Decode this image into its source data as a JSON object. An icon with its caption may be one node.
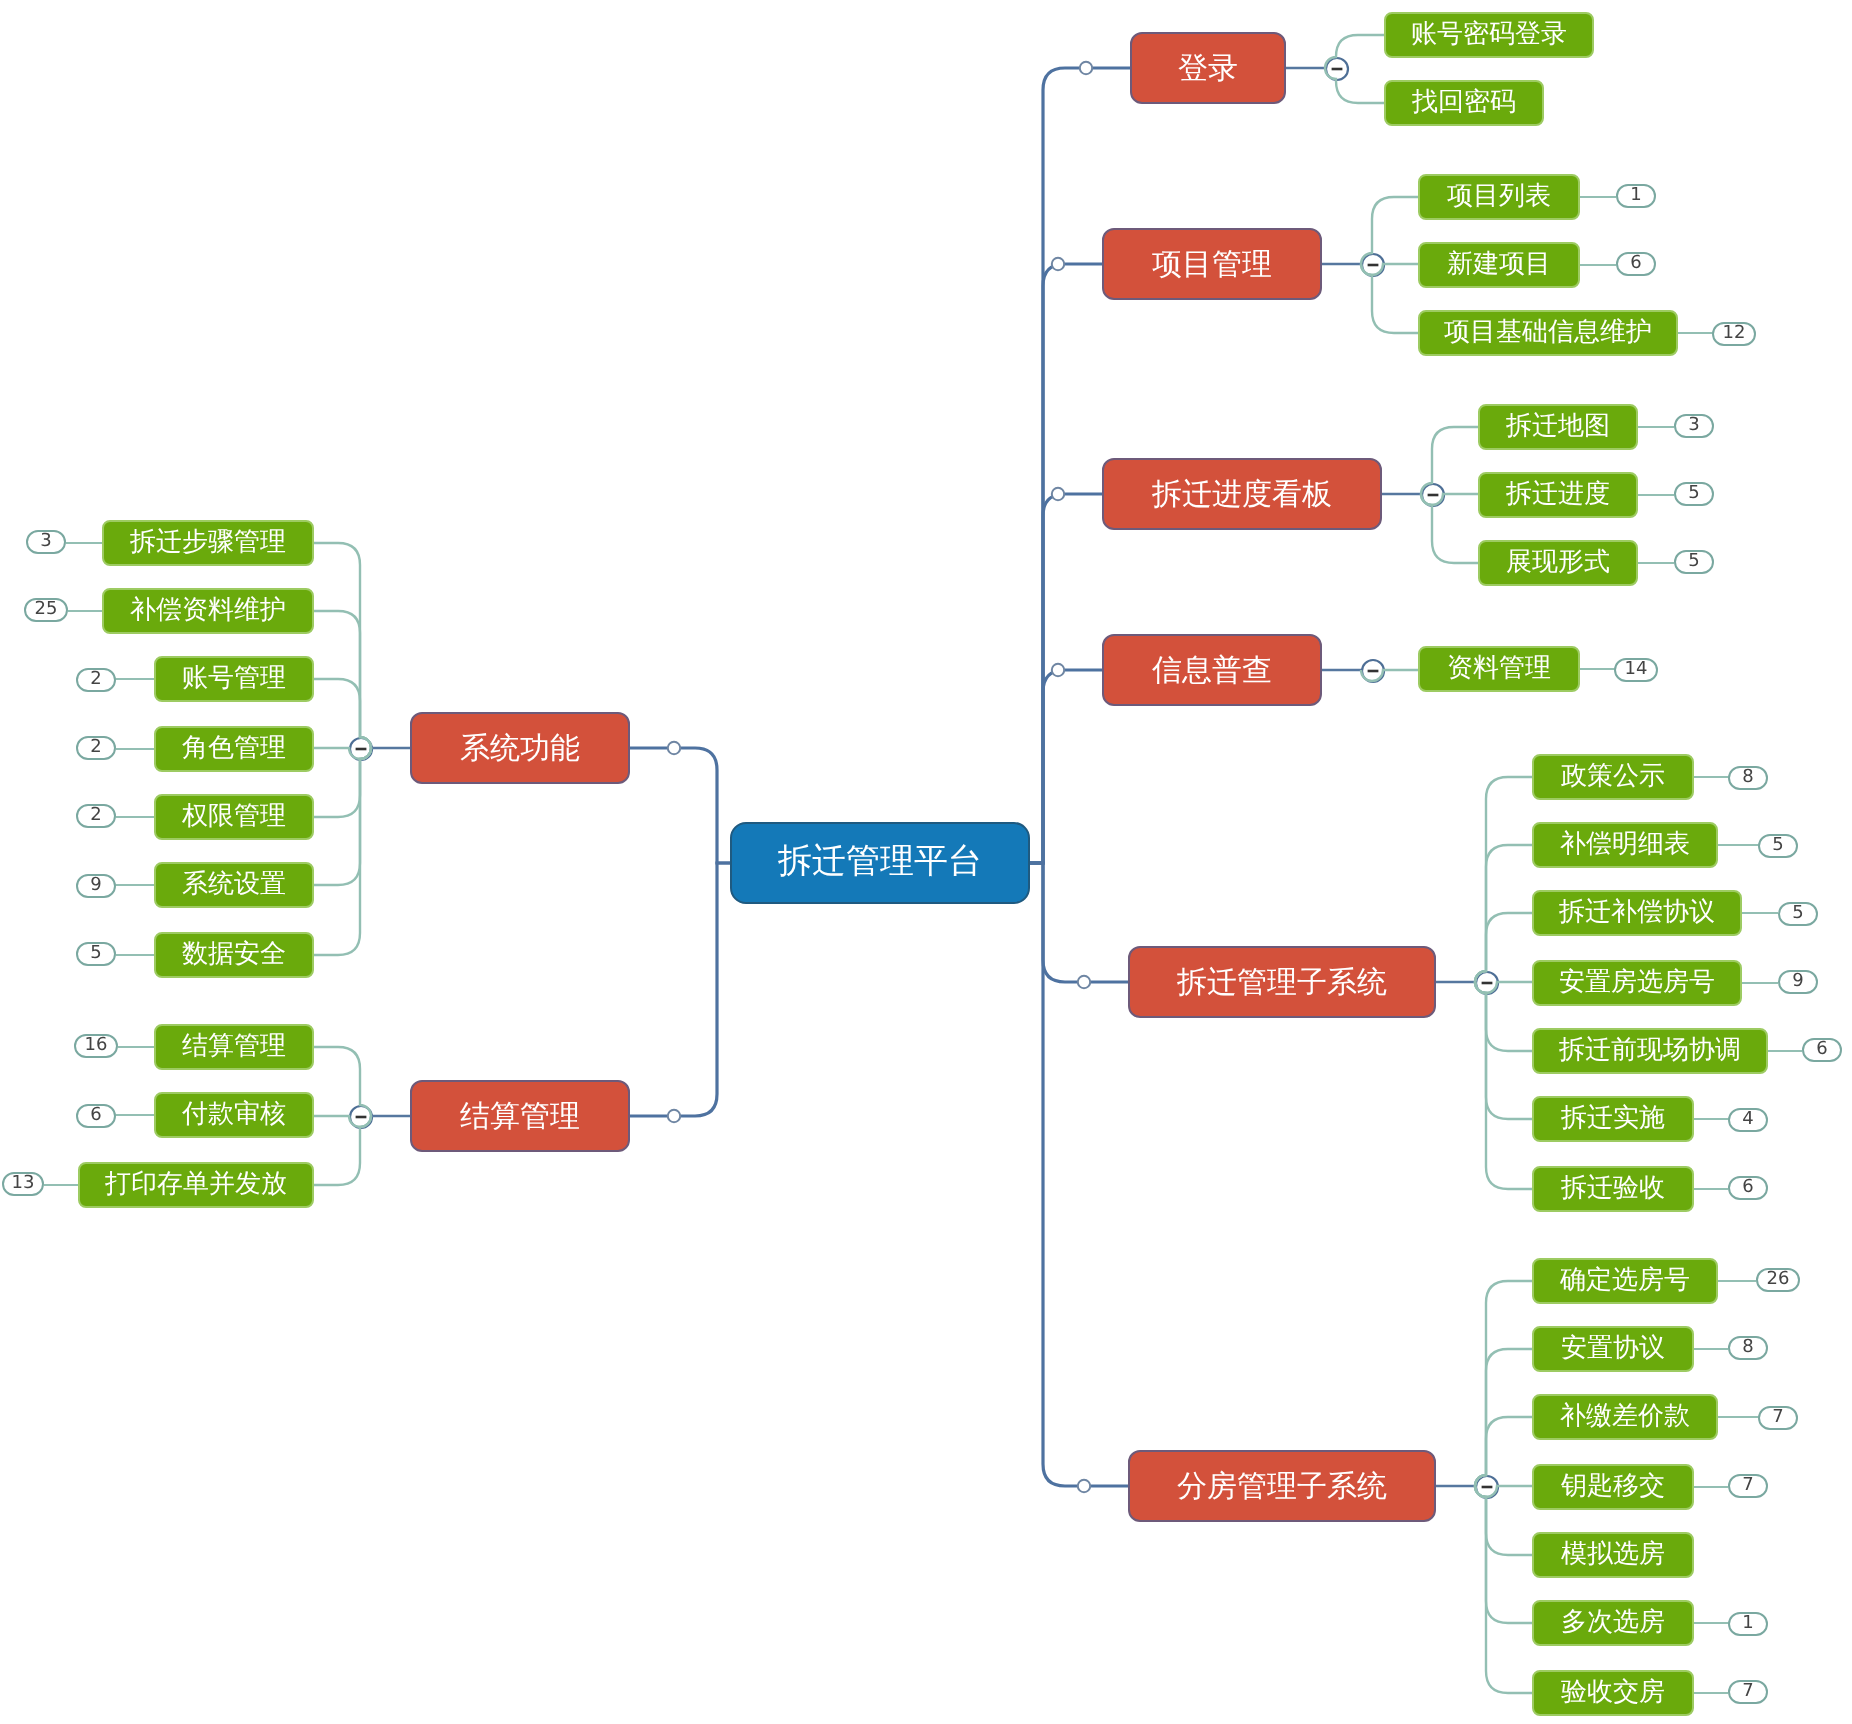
{
  "diagram": {
    "nodes": [
      {
        "text": [
          "拆迁管理平台"
        ]
      },
      {
        "text": [
          "登录"
        ]
      },
      {
        "text": [
          "账号密码登录"
        ]
      },
      {
        "text": [
          "找回密码"
        ]
      },
      {
        "text": [
          "项目管理"
        ]
      },
      {
        "text": [
          "项目列表"
        ]
      },
      {
        "text": [
          "1"
        ]
      },
      {
        "text": [
          "新建项目"
        ]
      },
      {
        "text": [
          "6"
        ]
      },
      {
        "text": [
          "项目基础信息维护"
        ]
      },
      {
        "text": [
          "12"
        ]
      },
      {
        "text": [
          "拆迁进度看板"
        ]
      },
      {
        "text": [
          "拆迁地图"
        ]
      },
      {
        "text": [
          "3"
        ]
      },
      {
        "text": [
          "拆迁进度"
        ]
      },
      {
        "text": [
          "5"
        ]
      },
      {
        "text": [
          "展现形式"
        ]
      },
      {
        "text": [
          "5"
        ]
      },
      {
        "text": [
          "信息普查"
        ]
      },
      {
        "text": [
          "资料管理"
        ]
      },
      {
        "text": [
          "14"
        ]
      },
      {
        "text": [
          "拆迁管理子系统"
        ]
      },
      {
        "text": [
          "政策公示"
        ]
      },
      {
        "text": [
          "8"
        ]
      },
      {
        "text": [
          "补偿明细表"
        ]
      },
      {
        "text": [
          "5"
        ]
      },
      {
        "text": [
          "拆迁补偿协议"
        ]
      },
      {
        "text": [
          "5"
        ]
      },
      {
        "text": [
          "安置房选房号"
        ]
      },
      {
        "text": [
          "9"
        ]
      },
      {
        "text": [
          "拆迁前现场协调"
        ]
      },
      {
        "text": [
          "6"
        ]
      },
      {
        "text": [
          "拆迁实施"
        ]
      },
      {
        "text": [
          "4"
        ]
      },
      {
        "text": [
          "拆迁验收"
        ]
      },
      {
        "text": [
          "6"
        ]
      },
      {
        "text": [
          "分房管理子系统"
        ]
      },
      {
        "text": [
          "确定选房号"
        ]
      },
      {
        "text": [
          "26"
        ]
      },
      {
        "text": [
          "安置协议"
        ]
      },
      {
        "text": [
          "8"
        ]
      },
      {
        "text": [
          "补缴差价款"
        ]
      },
      {
        "text": [
          "7"
        ]
      },
      {
        "text": [
          "钥匙移交"
        ]
      },
      {
        "text": [
          "7"
        ]
      },
      {
        "text": [
          "模拟选房"
        ]
      },
      {
        "text": [
          "多次选房"
        ]
      },
      {
        "text": [
          "1"
        ]
      },
      {
        "text": [
          "验收交房"
        ]
      },
      {
        "text": [
          "7"
        ]
      },
      {
        "text": [
          "系统功能"
        ]
      },
      {
        "text": [
          "拆迁步骤管理"
        ]
      },
      {
        "text": [
          "3"
        ]
      },
      {
        "text": [
          "补偿资料维护"
        ]
      },
      {
        "text": [
          "25"
        ]
      },
      {
        "text": [
          "账号管理"
        ]
      },
      {
        "text": [
          "2"
        ]
      },
      {
        "text": [
          "角色管理"
        ]
      },
      {
        "text": [
          "2"
        ]
      },
      {
        "text": [
          "权限管理"
        ]
      },
      {
        "text": [
          "2"
        ]
      },
      {
        "text": [
          "系统设置"
        ]
      },
      {
        "text": [
          "9"
        ]
      },
      {
        "text": [
          "数据安全"
        ]
      },
      {
        "text": [
          "5"
        ]
      },
      {
        "text": [
          "结算管理"
        ]
      },
      {
        "text": [
          "结算管理"
        ]
      },
      {
        "text": [
          "16"
        ]
      },
      {
        "text": [
          "付款审核"
        ]
      },
      {
        "text": [
          "6"
        ]
      },
      {
        "text": [
          "打印存单并发放"
        ]
      },
      {
        "text": [
          "13"
        ]
      }
    ],
    "edges": [
      {
        "from": 0,
        "to": 1,
        "arrow": "none",
        "color": "#4e72a0"
      },
      {
        "from": 0,
        "to": 4,
        "arrow": "none",
        "color": "#4e72a0"
      },
      {
        "from": 0,
        "to": 11,
        "arrow": "none",
        "color": "#4e72a0"
      },
      {
        "from": 0,
        "to": 18,
        "arrow": "none",
        "color": "#4e72a0"
      },
      {
        "from": 0,
        "to": 21,
        "arrow": "none",
        "color": "#4e72a0"
      },
      {
        "from": 0,
        "to": 36,
        "arrow": "none",
        "color": "#4e72a0"
      },
      {
        "from": 0,
        "to": 50,
        "arrow": "none",
        "color": "#4e72a0"
      },
      {
        "from": 0,
        "to": 65,
        "arrow": "none",
        "color": "#4e72a0"
      },
      {
        "from": 1,
        "to": 2,
        "arrow": "none"
      },
      {
        "from": 1,
        "to": 3,
        "arrow": "none"
      },
      {
        "from": 4,
        "to": 5,
        "arrow": "none"
      },
      {
        "from": 5,
        "to": 6,
        "arrow": "none"
      },
      {
        "from": 4,
        "to": 7,
        "arrow": "none"
      },
      {
        "from": 7,
        "to": 8,
        "arrow": "none"
      },
      {
        "from": 4,
        "to": 9,
        "arrow": "none"
      },
      {
        "from": 9,
        "to": 10,
        "arrow": "none"
      },
      {
        "from": 11,
        "to": 12,
        "arrow": "none"
      },
      {
        "from": 12,
        "to": 13,
        "arrow": "none"
      },
      {
        "from": 11,
        "to": 14,
        "arrow": "none"
      },
      {
        "from": 14,
        "to": 15,
        "arrow": "none"
      },
      {
        "from": 11,
        "to": 16,
        "arrow": "none"
      },
      {
        "from": 16,
        "to": 17,
        "arrow": "none"
      },
      {
        "from": 18,
        "to": 19,
        "arrow": "none"
      },
      {
        "from": 19,
        "to": 20,
        "arrow": "none"
      },
      {
        "from": 21,
        "to": 22,
        "arrow": "none"
      },
      {
        "from": 22,
        "to": 23,
        "arrow": "none"
      },
      {
        "from": 21,
        "to": 24,
        "arrow": "none"
      },
      {
        "from": 24,
        "to": 25,
        "arrow": "none"
      },
      {
        "from": 21,
        "to": 26,
        "arrow": "none"
      },
      {
        "from": 26,
        "to": 27,
        "arrow": "none"
      },
      {
        "from": 21,
        "to": 28,
        "arrow": "none"
      },
      {
        "from": 28,
        "to": 29,
        "arrow": "none"
      },
      {
        "from": 21,
        "to": 30,
        "arrow": "none"
      },
      {
        "from": 30,
        "to": 31,
        "arrow": "none"
      },
      {
        "from": 21,
        "to": 32,
        "arrow": "none"
      },
      {
        "from": 32,
        "to": 33,
        "arrow": "none"
      },
      {
        "from": 21,
        "to": 34,
        "arrow": "none"
      },
      {
        "from": 34,
        "to": 35,
        "arrow": "none"
      },
      {
        "from": 36,
        "to": 37,
        "arrow": "none"
      },
      {
        "from": 37,
        "to": 38,
        "arrow": "none"
      },
      {
        "from": 36,
        "to": 39,
        "arrow": "none"
      },
      {
        "from": 39,
        "to": 40,
        "arrow": "none"
      },
      {
        "from": 36,
        "to": 41,
        "arrow": "none"
      },
      {
        "from": 41,
        "to": 42,
        "arrow": "none"
      },
      {
        "from": 36,
        "to": 43,
        "arrow": "none"
      },
      {
        "from": 43,
        "to": 44,
        "arrow": "none"
      },
      {
        "from": 36,
        "to": 45,
        "arrow": "none"
      },
      {
        "from": 36,
        "to": 46,
        "arrow": "none"
      },
      {
        "from": 46,
        "to": 47,
        "arrow": "none"
      },
      {
        "from": 36,
        "to": 48,
        "arrow": "none"
      },
      {
        "from": 48,
        "to": 49,
        "arrow": "none"
      },
      {
        "from": 50,
        "to": 51,
        "arrow": "none"
      },
      {
        "from": 51,
        "to": 52,
        "arrow": "none"
      },
      {
        "from": 50,
        "to": 53,
        "arrow": "none"
      },
      {
        "from": 53,
        "to": 54,
        "arrow": "none"
      },
      {
        "from": 50,
        "to": 55,
        "arrow": "none"
      },
      {
        "from": 55,
        "to": 56,
        "arrow": "none"
      },
      {
        "from": 50,
        "to": 57,
        "arrow": "none"
      },
      {
        "from": 57,
        "to": 58,
        "arrow": "none"
      },
      {
        "from": 50,
        "to": 59,
        "arrow": "none"
      },
      {
        "from": 59,
        "to": 60,
        "arrow": "none"
      },
      {
        "from": 50,
        "to": 61,
        "arrow": "none"
      },
      {
        "from": 61,
        "to": 62,
        "arrow": "none"
      },
      {
        "from": 50,
        "to": 63,
        "arrow": "none"
      },
      {
        "from": 63,
        "to": 64,
        "arrow": "none"
      },
      {
        "from": 65,
        "to": 66,
        "arrow": "none"
      },
      {
        "from": 66,
        "to": 67,
        "arrow": "none"
      },
      {
        "from": 65,
        "to": 68,
        "arrow": "none"
      },
      {
        "from": 68,
        "to": 69,
        "arrow": "none"
      },
      {
        "from": 65,
        "to": 70,
        "arrow": "none"
      },
      {
        "from": 70,
        "to": 71,
        "arrow": "none"
      }
    ]
  }
}
